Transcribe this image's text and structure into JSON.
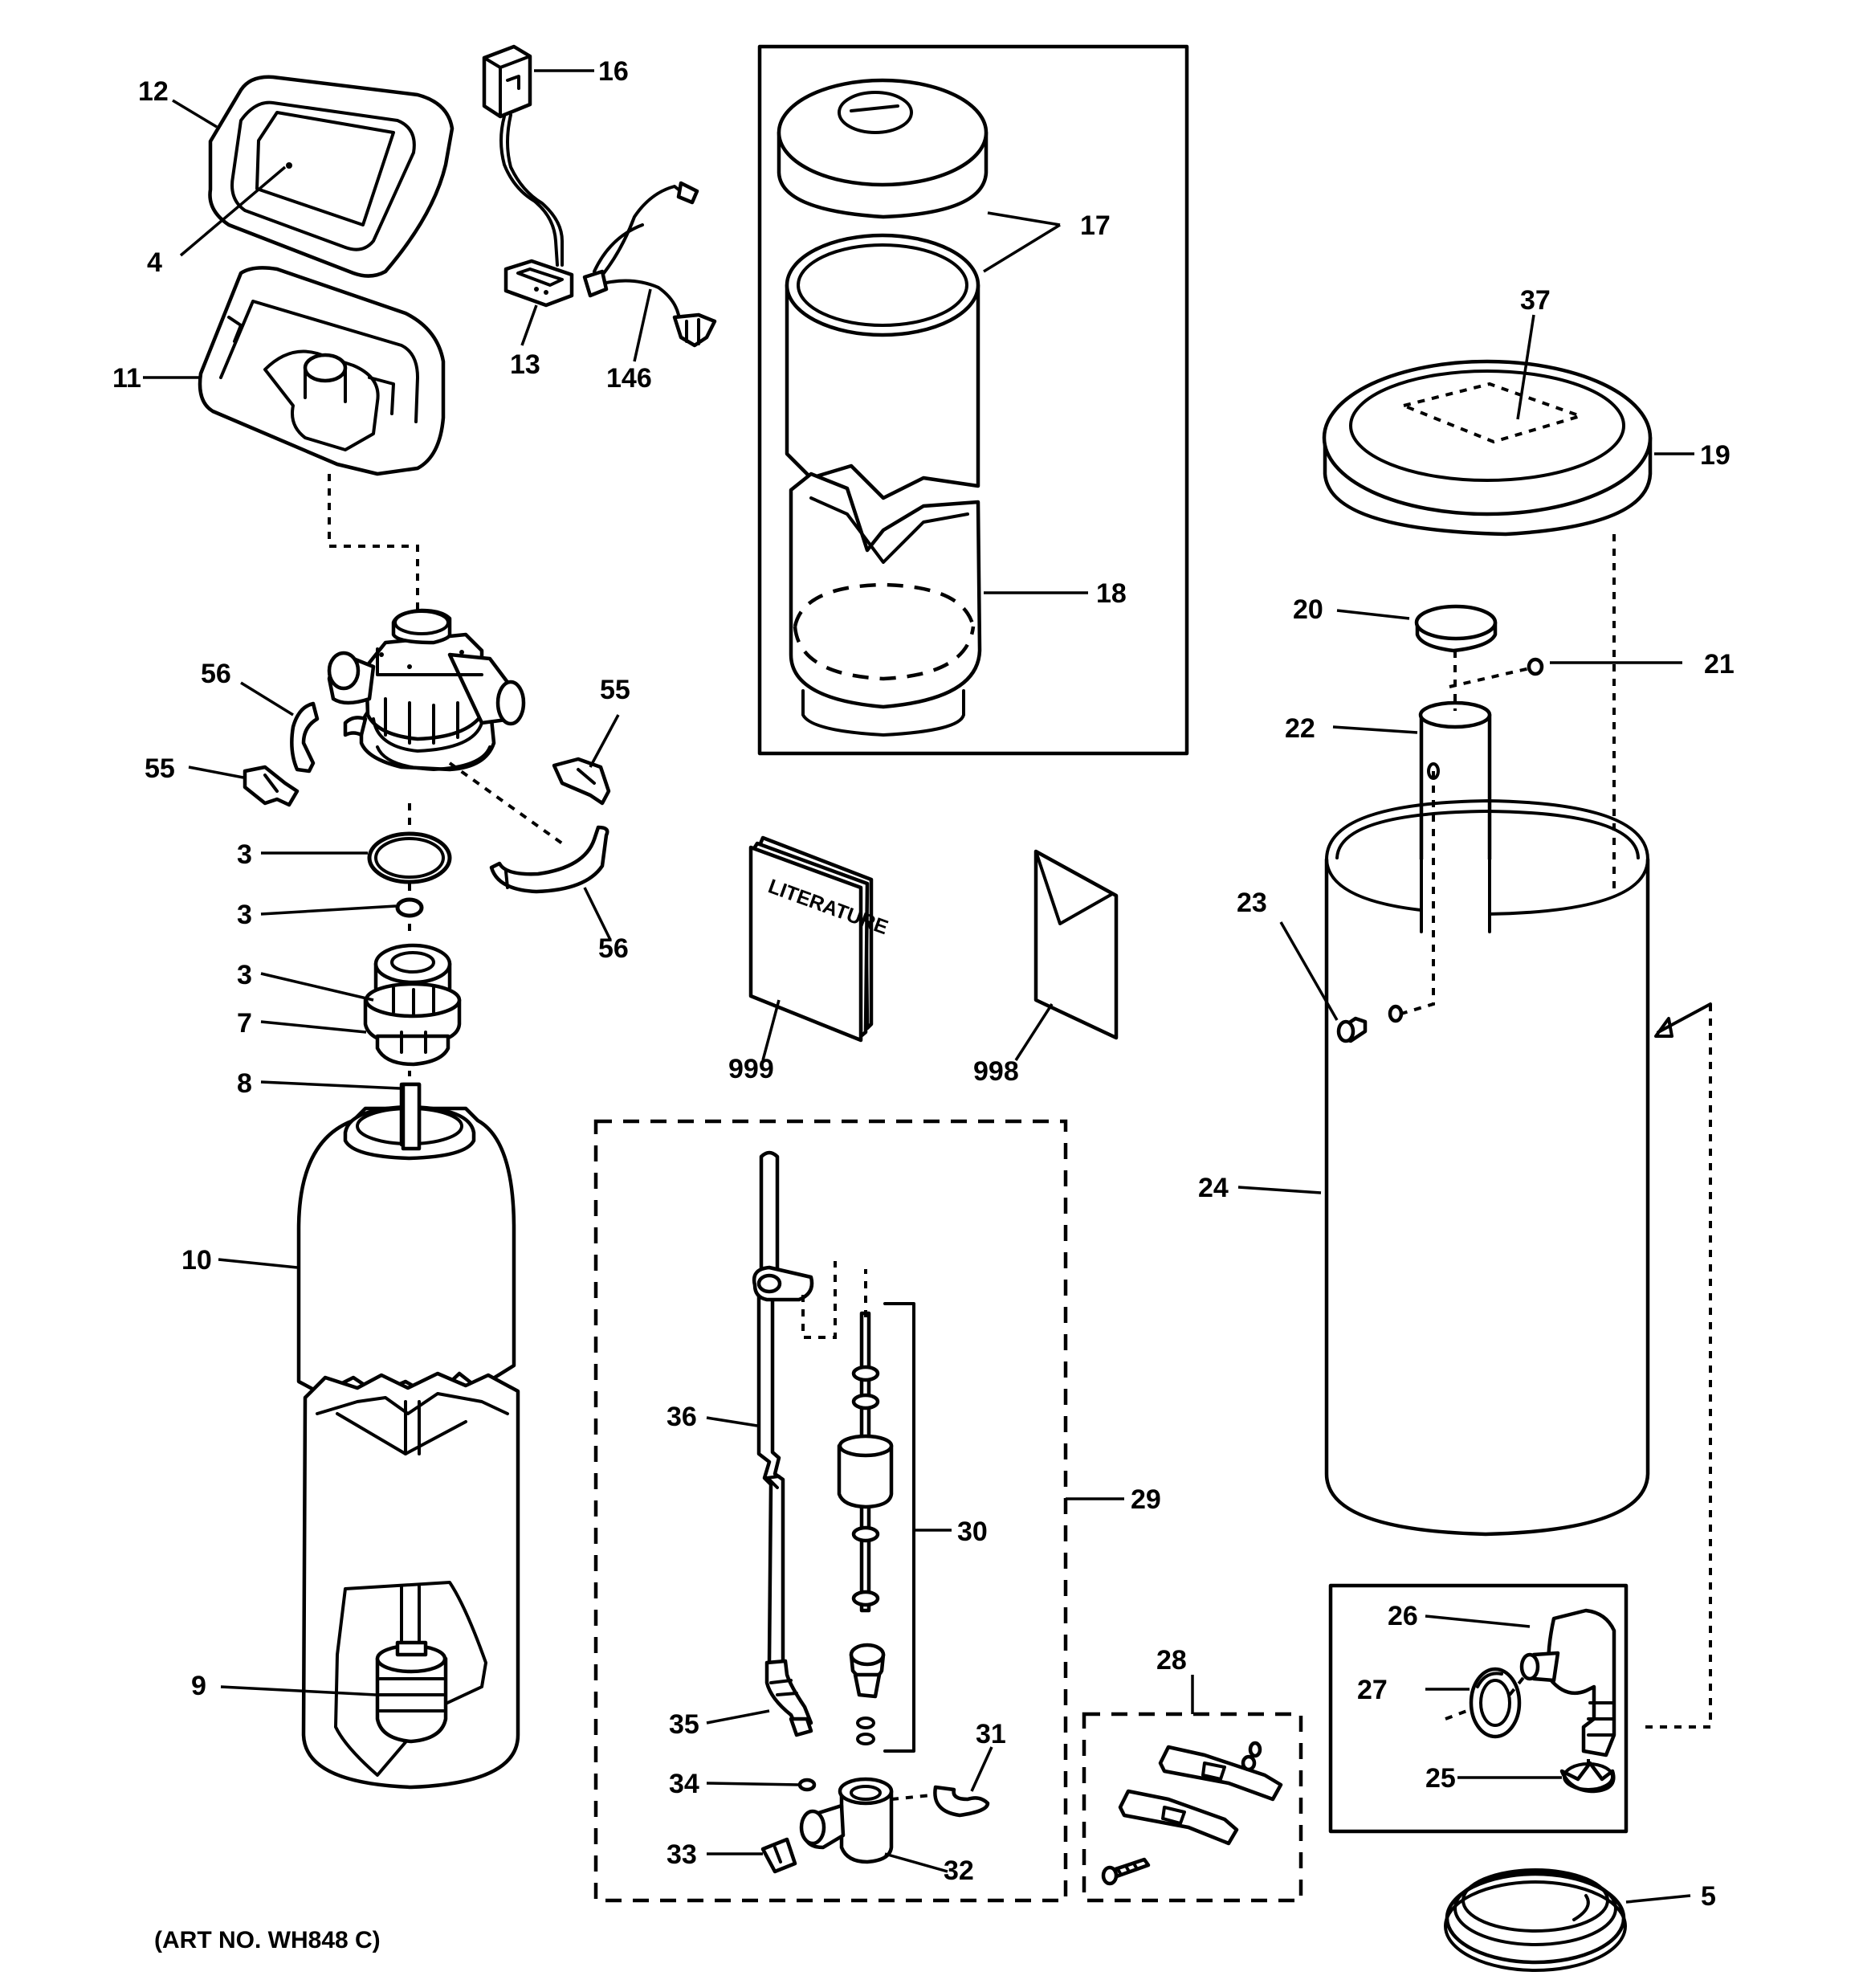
{
  "diagram": {
    "art_number": "(ART NO. WH848 C)",
    "literature_label": "LITERATURE",
    "callouts": {
      "c12": "12",
      "c4": "4",
      "c11": "11",
      "c16": "16",
      "c13": "13",
      "c146": "146",
      "c17": "17",
      "c18": "18",
      "c37": "37",
      "c19": "19",
      "c20": "20",
      "c21": "21",
      "c22": "22",
      "c23": "23",
      "c24": "24",
      "c56a": "56",
      "c55a": "55",
      "c55b": "55",
      "c56b": "56",
      "c3a": "3",
      "c3b": "3",
      "c3c": "3",
      "c7": "7",
      "c8": "8",
      "c10": "10",
      "c9": "9",
      "c999": "999",
      "c998": "998",
      "c36": "36",
      "c30": "30",
      "c29": "29",
      "c35": "35",
      "c34": "34",
      "c33": "33",
      "c31": "31",
      "c32": "32",
      "c28": "28",
      "c26": "26",
      "c27": "27",
      "c25": "25",
      "c5": "5"
    }
  }
}
